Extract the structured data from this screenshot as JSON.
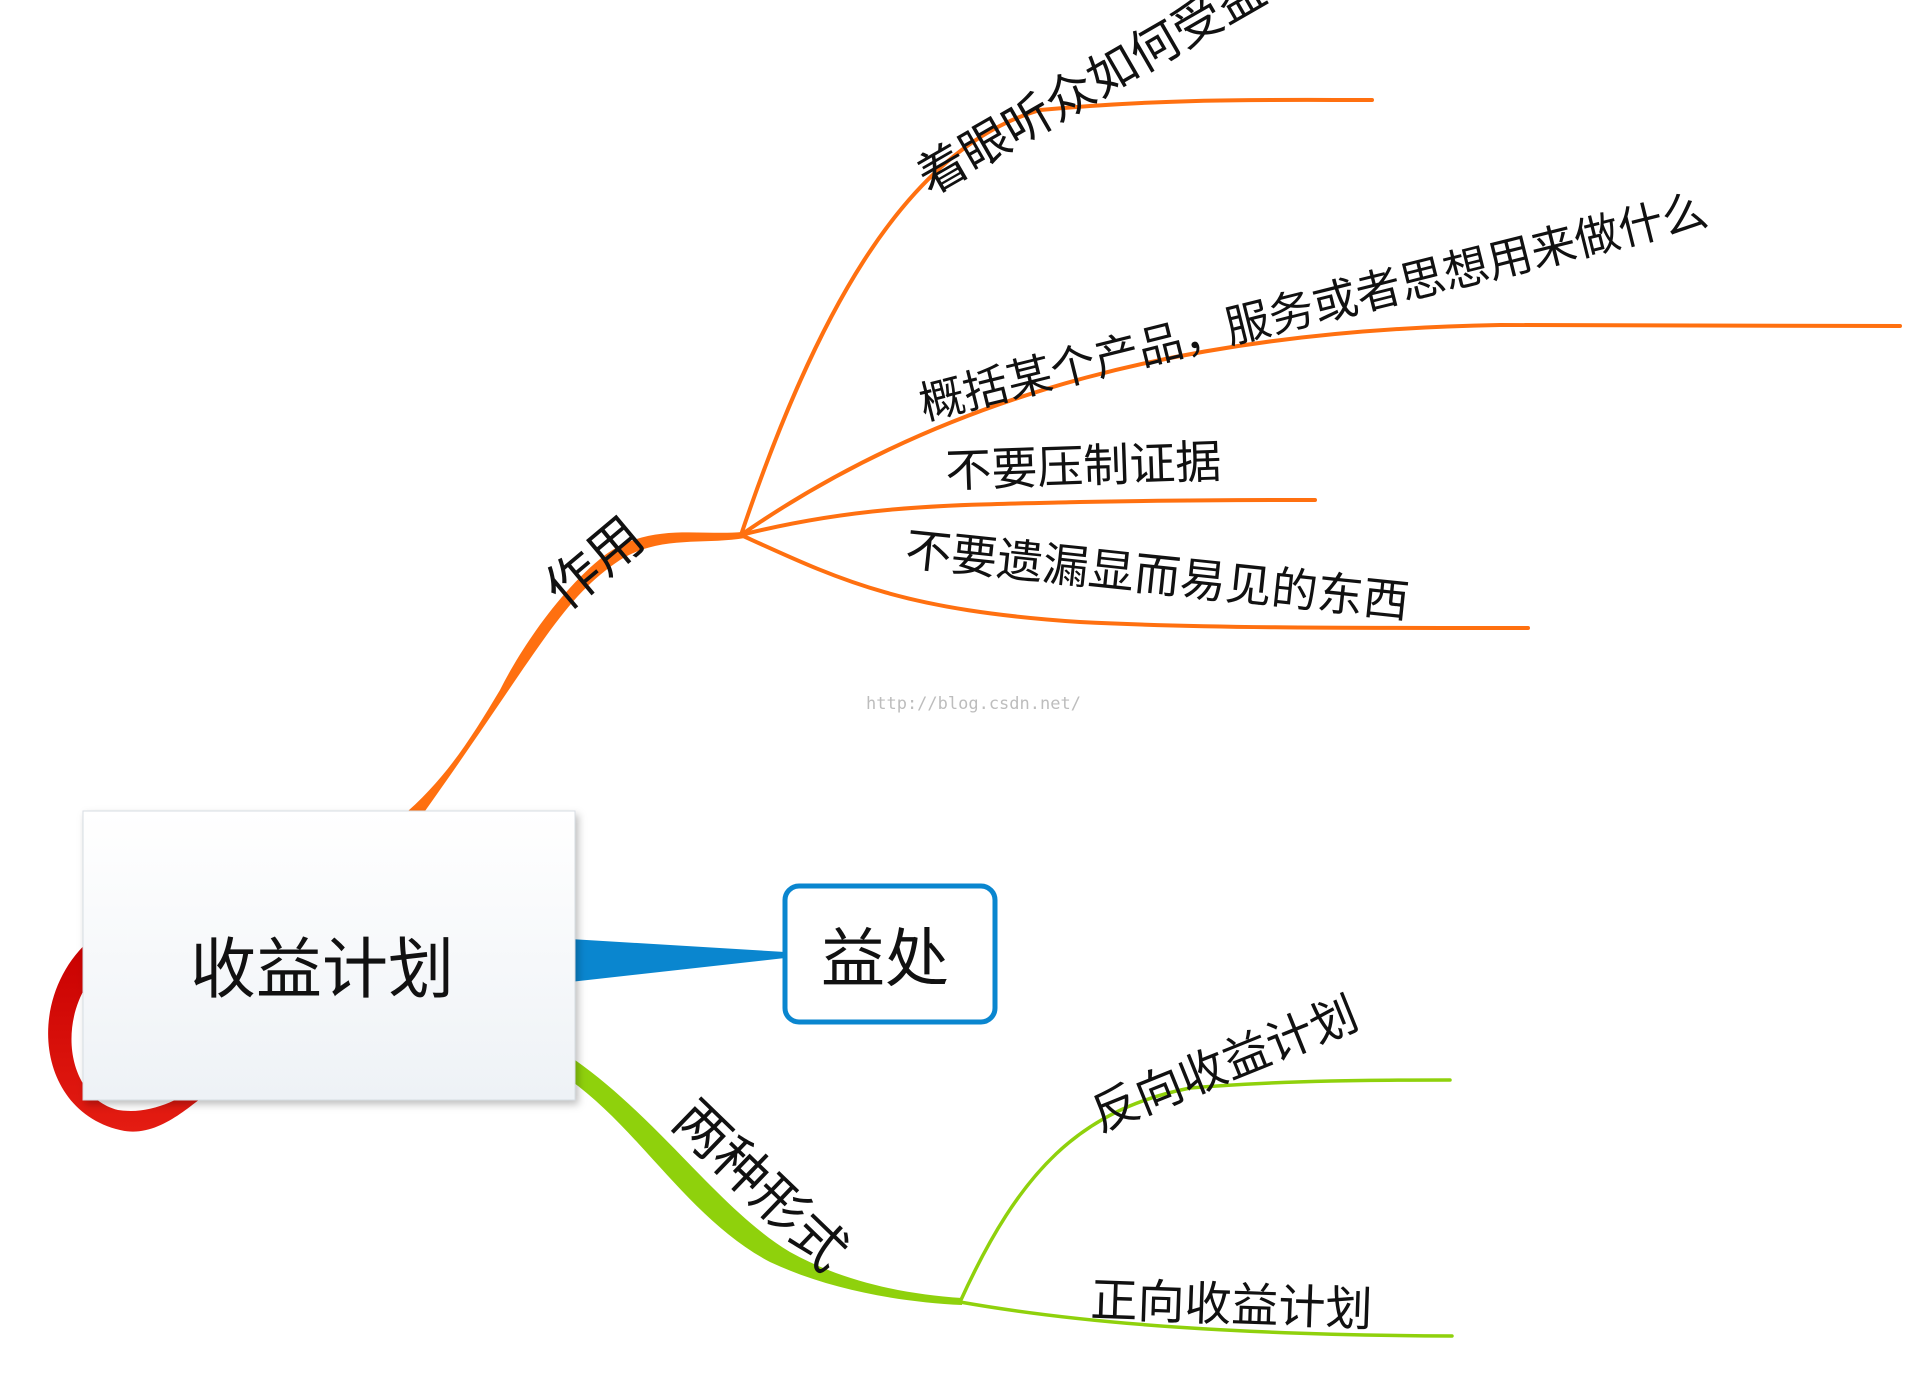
{
  "watermark": "http://blog.csdn.net/",
  "central": {
    "label": "收益计划"
  },
  "branches": {
    "purpose": {
      "label": "作用",
      "color": "#ff7010",
      "items": [
        "着眼听众如何受益",
        "概括某个产品，服务或者思想用来做什么",
        "不要压制证据",
        "不要遗漏显而易见的东西"
      ]
    },
    "benefit": {
      "label": "益处",
      "color": "#0a86cf"
    },
    "forms": {
      "label": "两种形式",
      "color": "#8fd10c",
      "items": [
        "反向收益计划",
        "正向收益计划"
      ]
    }
  },
  "icons": {
    "loop_arrow": "circular-arrows-icon"
  }
}
